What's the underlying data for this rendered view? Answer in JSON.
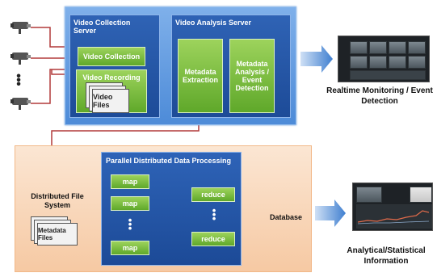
{
  "colors": {
    "arrow": "#b23a3a",
    "accent_green": "#6fb83a",
    "server_blue": "#234f9c",
    "panel_orange": "#f6c9a3"
  },
  "icons": {
    "camera": "cctv-camera-icon",
    "flow": "blue-chevron-arrow-icon"
  },
  "cameras": [
    "cctv-camera-icon",
    "cctv-camera-icon",
    "cctv-camera-icon"
  ],
  "camera_ellipsis": "•\n•\n•",
  "video_collection_server": {
    "title": "Video Collection Server",
    "collection": "Video Collection",
    "recording": "Video Recording",
    "files": "Video Files"
  },
  "video_analysis_server": {
    "title": "Video Analysis Server",
    "extraction": "Metadata Extraction",
    "analysis": "Metadata Analysis / Event Detection"
  },
  "realtime": {
    "caption": "Realtime Monitoring / Event Detection"
  },
  "distributed_fs": {
    "title": "Distributed File System",
    "files": "Metadata Files"
  },
  "parallel": {
    "title": "Parallel Distributed Data Processing",
    "maps": [
      "map",
      "map",
      "map"
    ],
    "map_ellipsis": "•\n•\n•",
    "reduces": [
      "reduce",
      "reduce"
    ],
    "reduce_ellipsis": "•\n•\n•"
  },
  "database": {
    "label": "Database"
  },
  "analytics": {
    "caption": "Analytical/Statistical Information"
  }
}
